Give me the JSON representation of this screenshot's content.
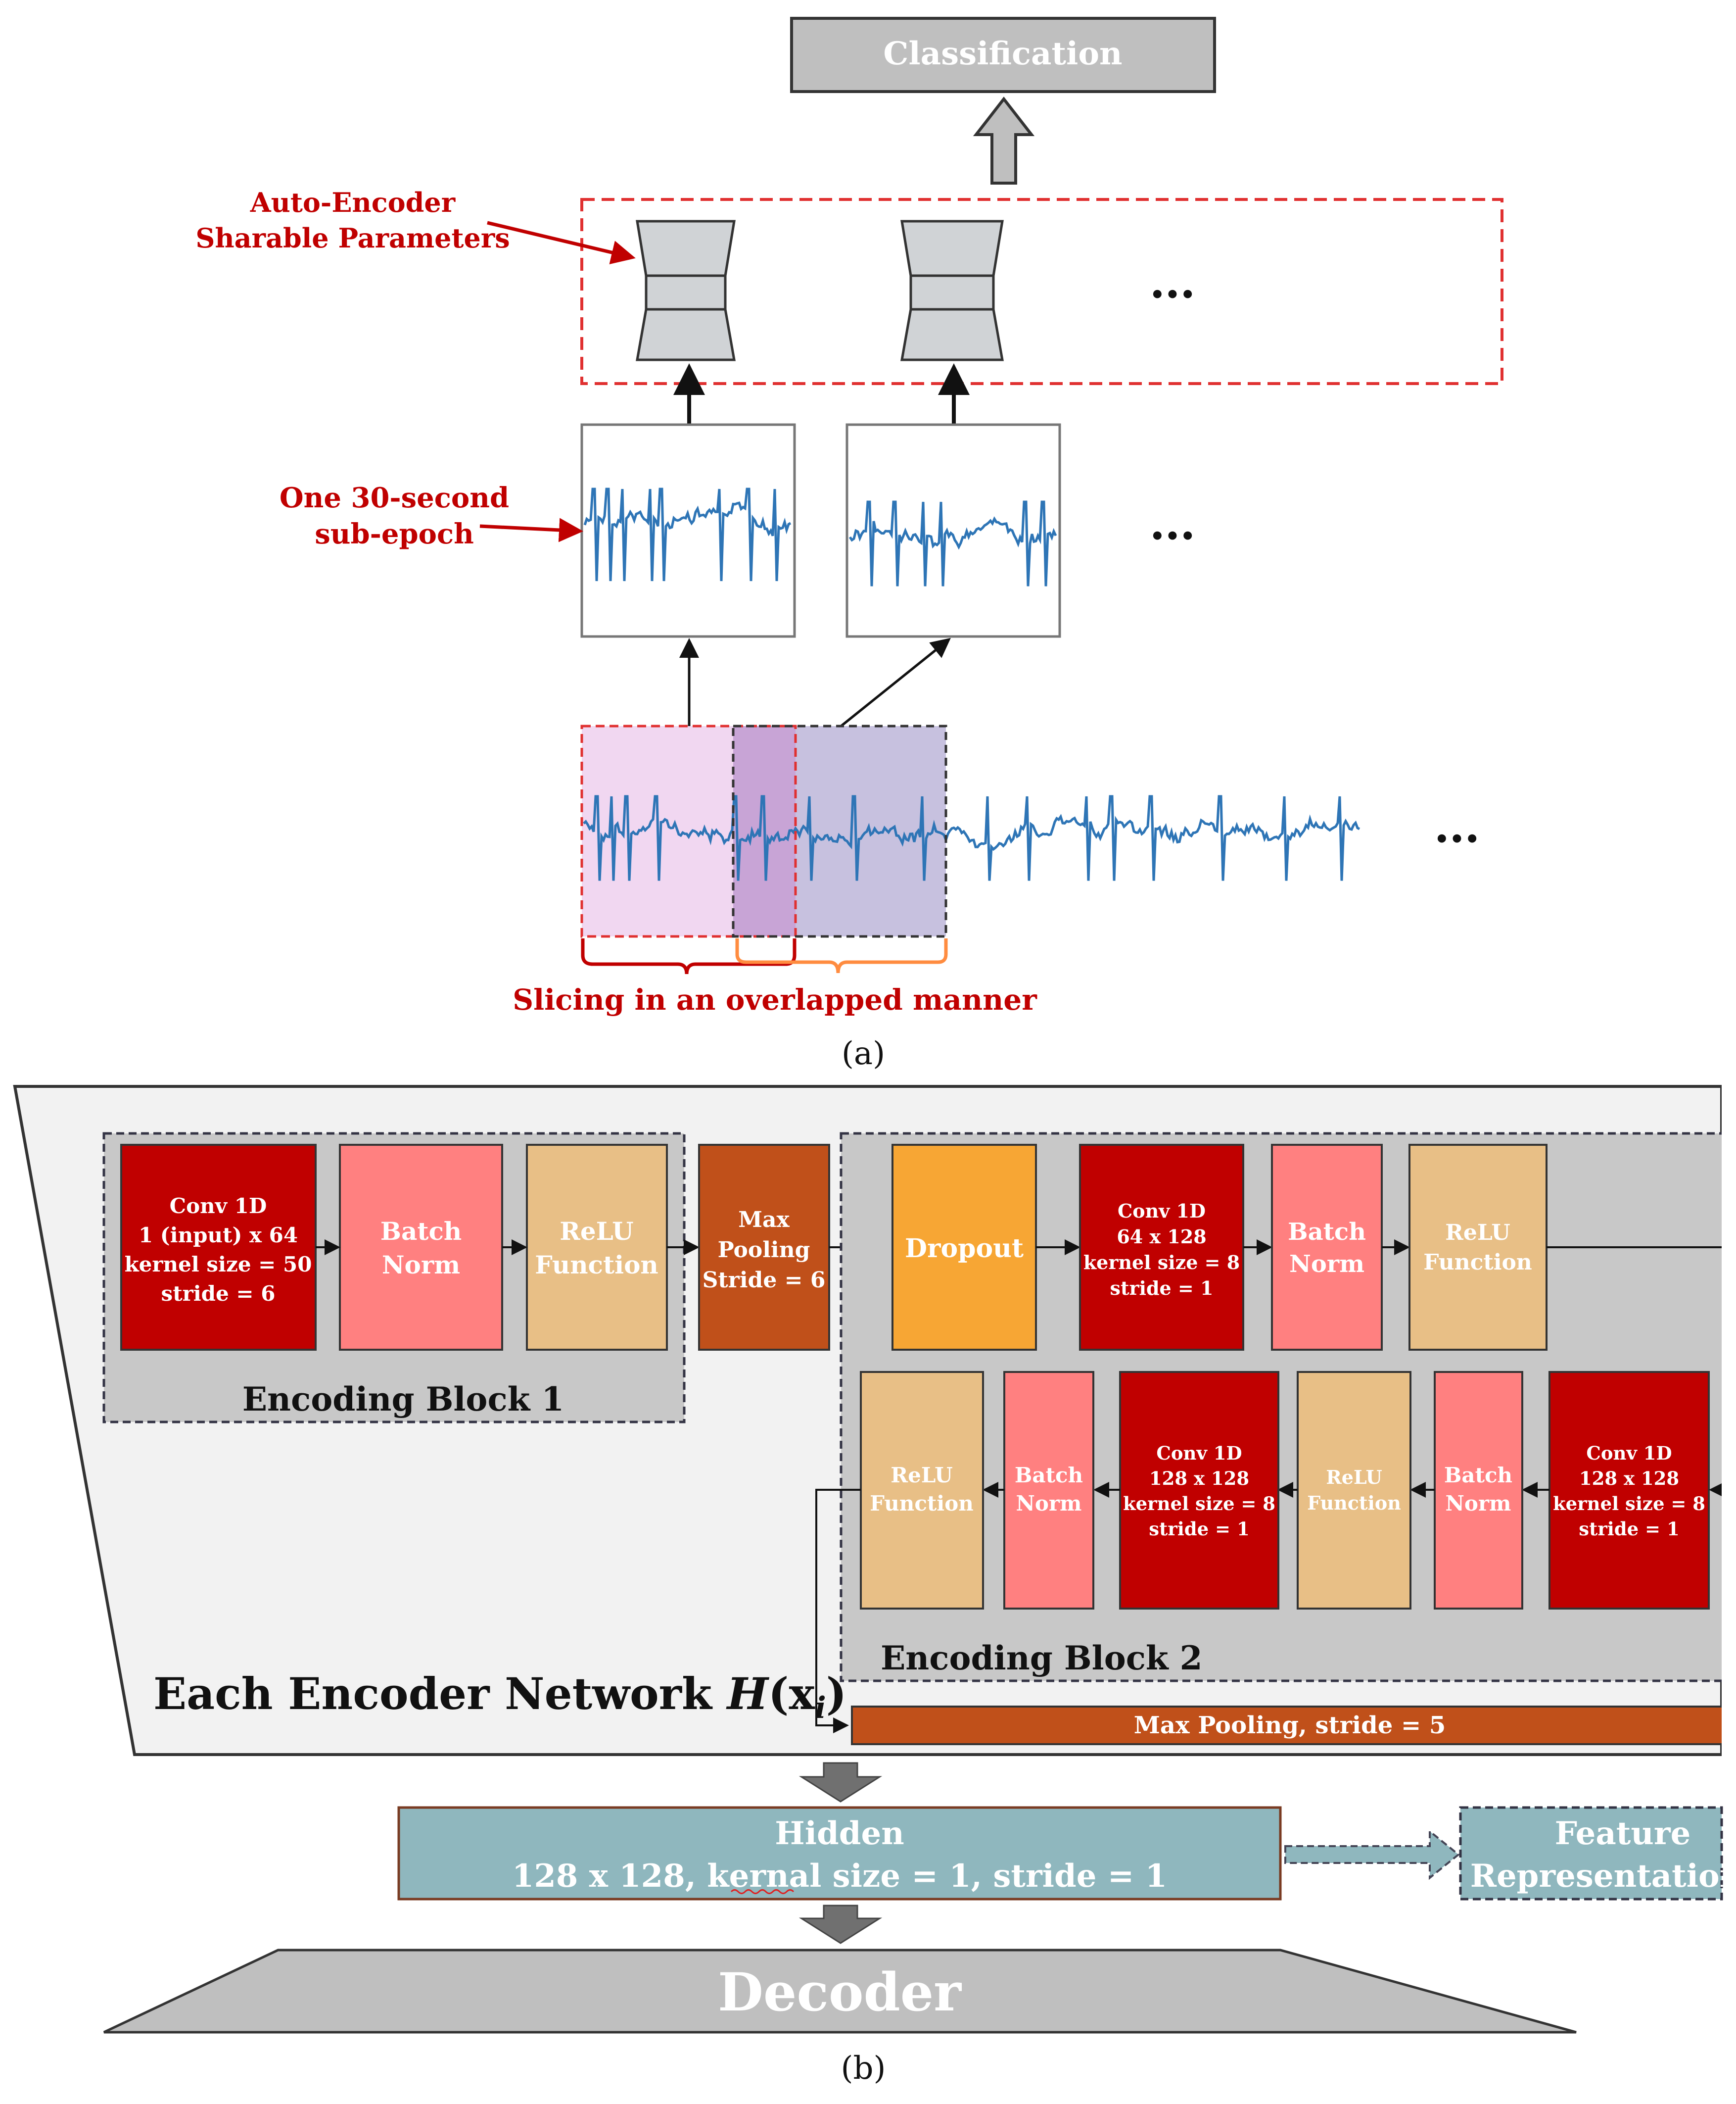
{
  "panel_a": {
    "classification": "Classification",
    "ae_label_1": "Auto-Encoder",
    "ae_label_2": "Sharable Parameters",
    "epoch_label_1": "One 30-second",
    "epoch_label_2": "sub-epoch",
    "ellipsis": "•••",
    "slicing": "Slicing in an overlapped manner",
    "caption": "(a)"
  },
  "panel_b": {
    "conv1": [
      "Conv 1D",
      "1 (input) x 64",
      "kernel size = 50",
      "stride = 6"
    ],
    "batch_norm": [
      "Batch",
      "Norm"
    ],
    "relu": [
      "ReLU",
      "Function"
    ],
    "maxpool": [
      "Max",
      "Pooling",
      "Stride = 6"
    ],
    "dropout": "Dropout",
    "conv2": [
      "Conv 1D",
      "64 x 128",
      "kernel size = 8",
      "stride = 1"
    ],
    "conv3": [
      "Conv 1D",
      "128 x 128",
      "kernel size = 8",
      "stride = 1"
    ],
    "block1": "Encoding Block 1",
    "block2": "Encoding Block 2",
    "encoder_title": "Each Encoder Network ",
    "encoder_func": "H",
    "encoder_arg": "x",
    "encoder_sub": "i",
    "maxpool5": "Max Pooling, stride = 5",
    "hidden_1": "Hidden",
    "hidden_2": "128 x 128, kernal size = 1, stride = 1",
    "feature_1": "Feature",
    "feature_2": "Representation",
    "decoder": "Decoder",
    "caption": "(b)"
  },
  "colors": {
    "conv": "#c00000",
    "batch_norm": "#ff8080",
    "relu": "#e8bf86",
    "maxpool": "#c0501a",
    "dropout": "#f7a634",
    "hidden": "#8fb7be",
    "signal": "#2e75b6",
    "red_label": "#c00000",
    "panel_bg": "#f2f2f2",
    "block_bg": "#c8c8c8"
  }
}
